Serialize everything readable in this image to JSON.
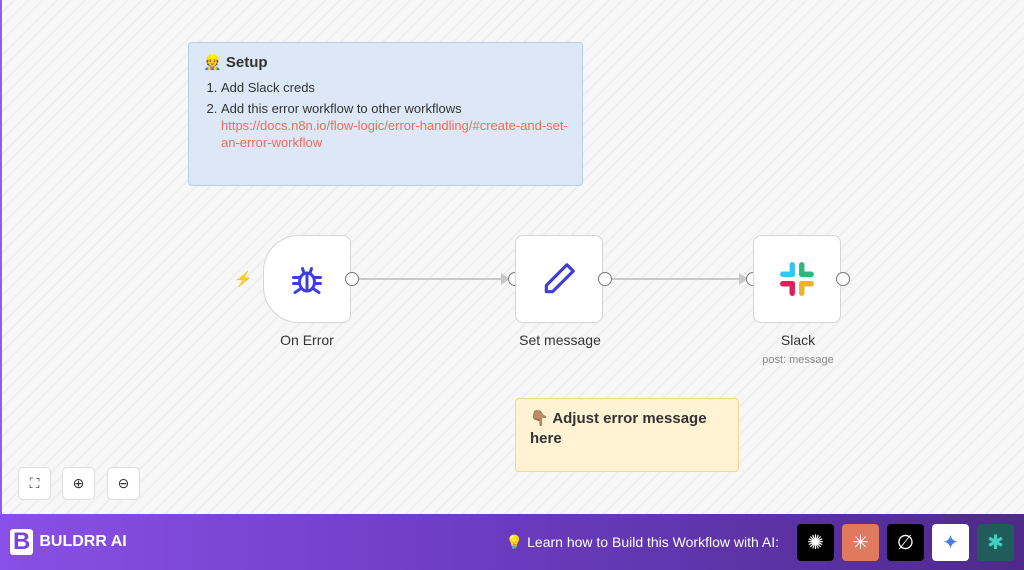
{
  "setup_note": {
    "emoji": "👷",
    "title": "Setup",
    "items": [
      "Add Slack creds",
      "Add this error workflow to other workflows"
    ],
    "link": "https://docs.n8n.io/flow-logic/error-handling/#create-and-set-an-error-workflow"
  },
  "adjust_note": {
    "emoji": "👇🏽",
    "title": "Adjust error message here"
  },
  "nodes": [
    {
      "name": "On Error",
      "icon": "bug-icon"
    },
    {
      "name": "Set message",
      "icon": "pencil-icon"
    },
    {
      "name": "Slack",
      "subtitle": "post: message",
      "icon": "slack-icon"
    }
  ],
  "controls": [
    "fit-view",
    "zoom-in",
    "zoom-out"
  ],
  "footer": {
    "brand": "BULDRR AI",
    "learn": "Learn how to Build this Workflow with AI:",
    "ai_tools": [
      "chatgpt",
      "claude",
      "perplexity-like",
      "gemini",
      "perplexity"
    ]
  },
  "colors": {
    "accent": "#8b5cf6",
    "link": "#f26b5b",
    "icon": "#3f3fd8"
  }
}
